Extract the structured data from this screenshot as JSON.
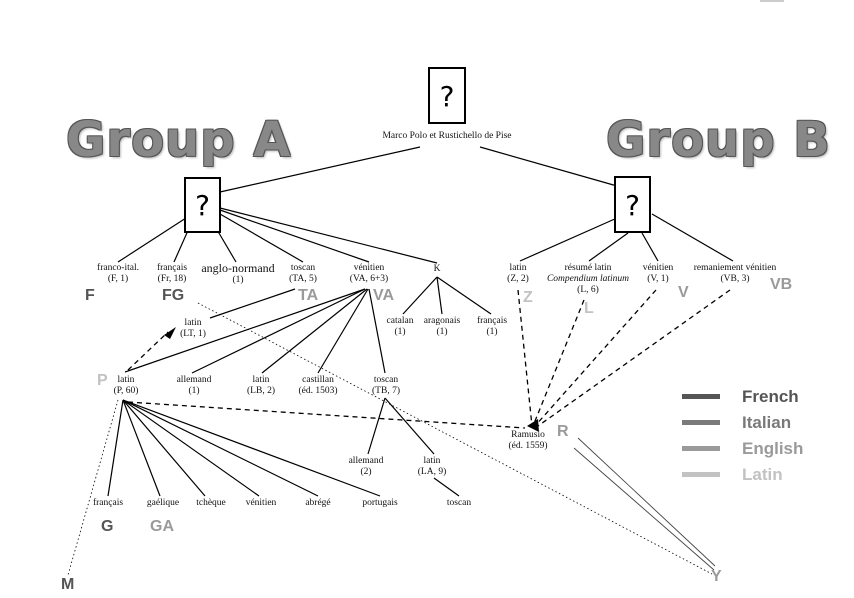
{
  "root": {
    "question": "?",
    "label": "Marco Polo et Rustichello de Pise"
  },
  "groups": {
    "a": "Group A",
    "b": "Group B"
  },
  "hyparchetypes": {
    "a": "?",
    "b": "?"
  },
  "nodes": {
    "franco_ital": {
      "name": "franco-ital.",
      "sub": "(F, 1)"
    },
    "francais_fr": {
      "name": "français",
      "sub": "(Fr, 18)"
    },
    "anglo_normand": {
      "name": "anglo-normand",
      "sub": "(1)"
    },
    "toscan_ta": {
      "name": "toscan",
      "sub": "(TA, 5)"
    },
    "venitien_va": {
      "name": "vénitien",
      "sub": "(VA, 6+3)"
    },
    "k": {
      "name": "K",
      "sub": ""
    },
    "latin_z": {
      "name": "latin",
      "sub": "(Z, 2)"
    },
    "resume_latin": {
      "name": "résumé latin",
      "sub": "Compendium latinum",
      "sub2": "(L, 6)"
    },
    "venitien_v": {
      "name": "vénitien",
      "sub": "(V, 1)"
    },
    "remaniement_vb": {
      "name": "remaniement vénitien",
      "sub": "(VB, 3)"
    },
    "latin_lt": {
      "name": "latin",
      "sub": "(LT, 1)"
    },
    "catalan": {
      "name": "catalan",
      "sub": "(1)"
    },
    "aragonais": {
      "name": "aragonais",
      "sub": "(1)"
    },
    "francais_k": {
      "name": "français",
      "sub": "(1)"
    },
    "latin_p": {
      "name": "latin",
      "sub": "(P, 60)"
    },
    "allemand_1": {
      "name": "allemand",
      "sub": "(1)"
    },
    "latin_lb": {
      "name": "latin",
      "sub": "(LB, 2)"
    },
    "castillan": {
      "name": "castillan",
      "sub": "(éd. 1503)"
    },
    "toscan_tb": {
      "name": "toscan",
      "sub": "(TB, 7)"
    },
    "ramusio": {
      "name": "Ramusio",
      "sub": "(éd. 1559)"
    },
    "allemand_2": {
      "name": "allemand",
      "sub": "(2)"
    },
    "latin_la": {
      "name": "latin",
      "sub": "(LA, 9)"
    },
    "francais_g": {
      "name": "français",
      "sub": ""
    },
    "gaelique": {
      "name": "gaélique",
      "sub": ""
    },
    "tcheque": {
      "name": "tchèque",
      "sub": ""
    },
    "venitien_p": {
      "name": "vénitien",
      "sub": ""
    },
    "abrege": {
      "name": "abrégé",
      "sub": ""
    },
    "portugais": {
      "name": "portugais",
      "sub": ""
    },
    "toscan_end": {
      "name": "toscan",
      "sub": ""
    }
  },
  "sigla": {
    "F": "F",
    "FG": "FG",
    "TA": "TA",
    "VA": "VA",
    "Z": "Z",
    "L": "L",
    "V": "V",
    "VB": "VB",
    "P": "P",
    "R": "R",
    "G": "G",
    "GA": "GA",
    "M": "M",
    "Y": "Y"
  },
  "legend": [
    {
      "label": "French",
      "color": "#555555"
    },
    {
      "label": "Italian",
      "color": "#7a7a7a"
    },
    {
      "label": "English",
      "color": "#9a9a9a"
    },
    {
      "label": "Latin",
      "color": "#c2c2c2"
    }
  ],
  "colors": {
    "french": "#555555",
    "italian": "#7a7a7a",
    "english": "#9a9a9a",
    "latin": "#c2c2c2"
  }
}
